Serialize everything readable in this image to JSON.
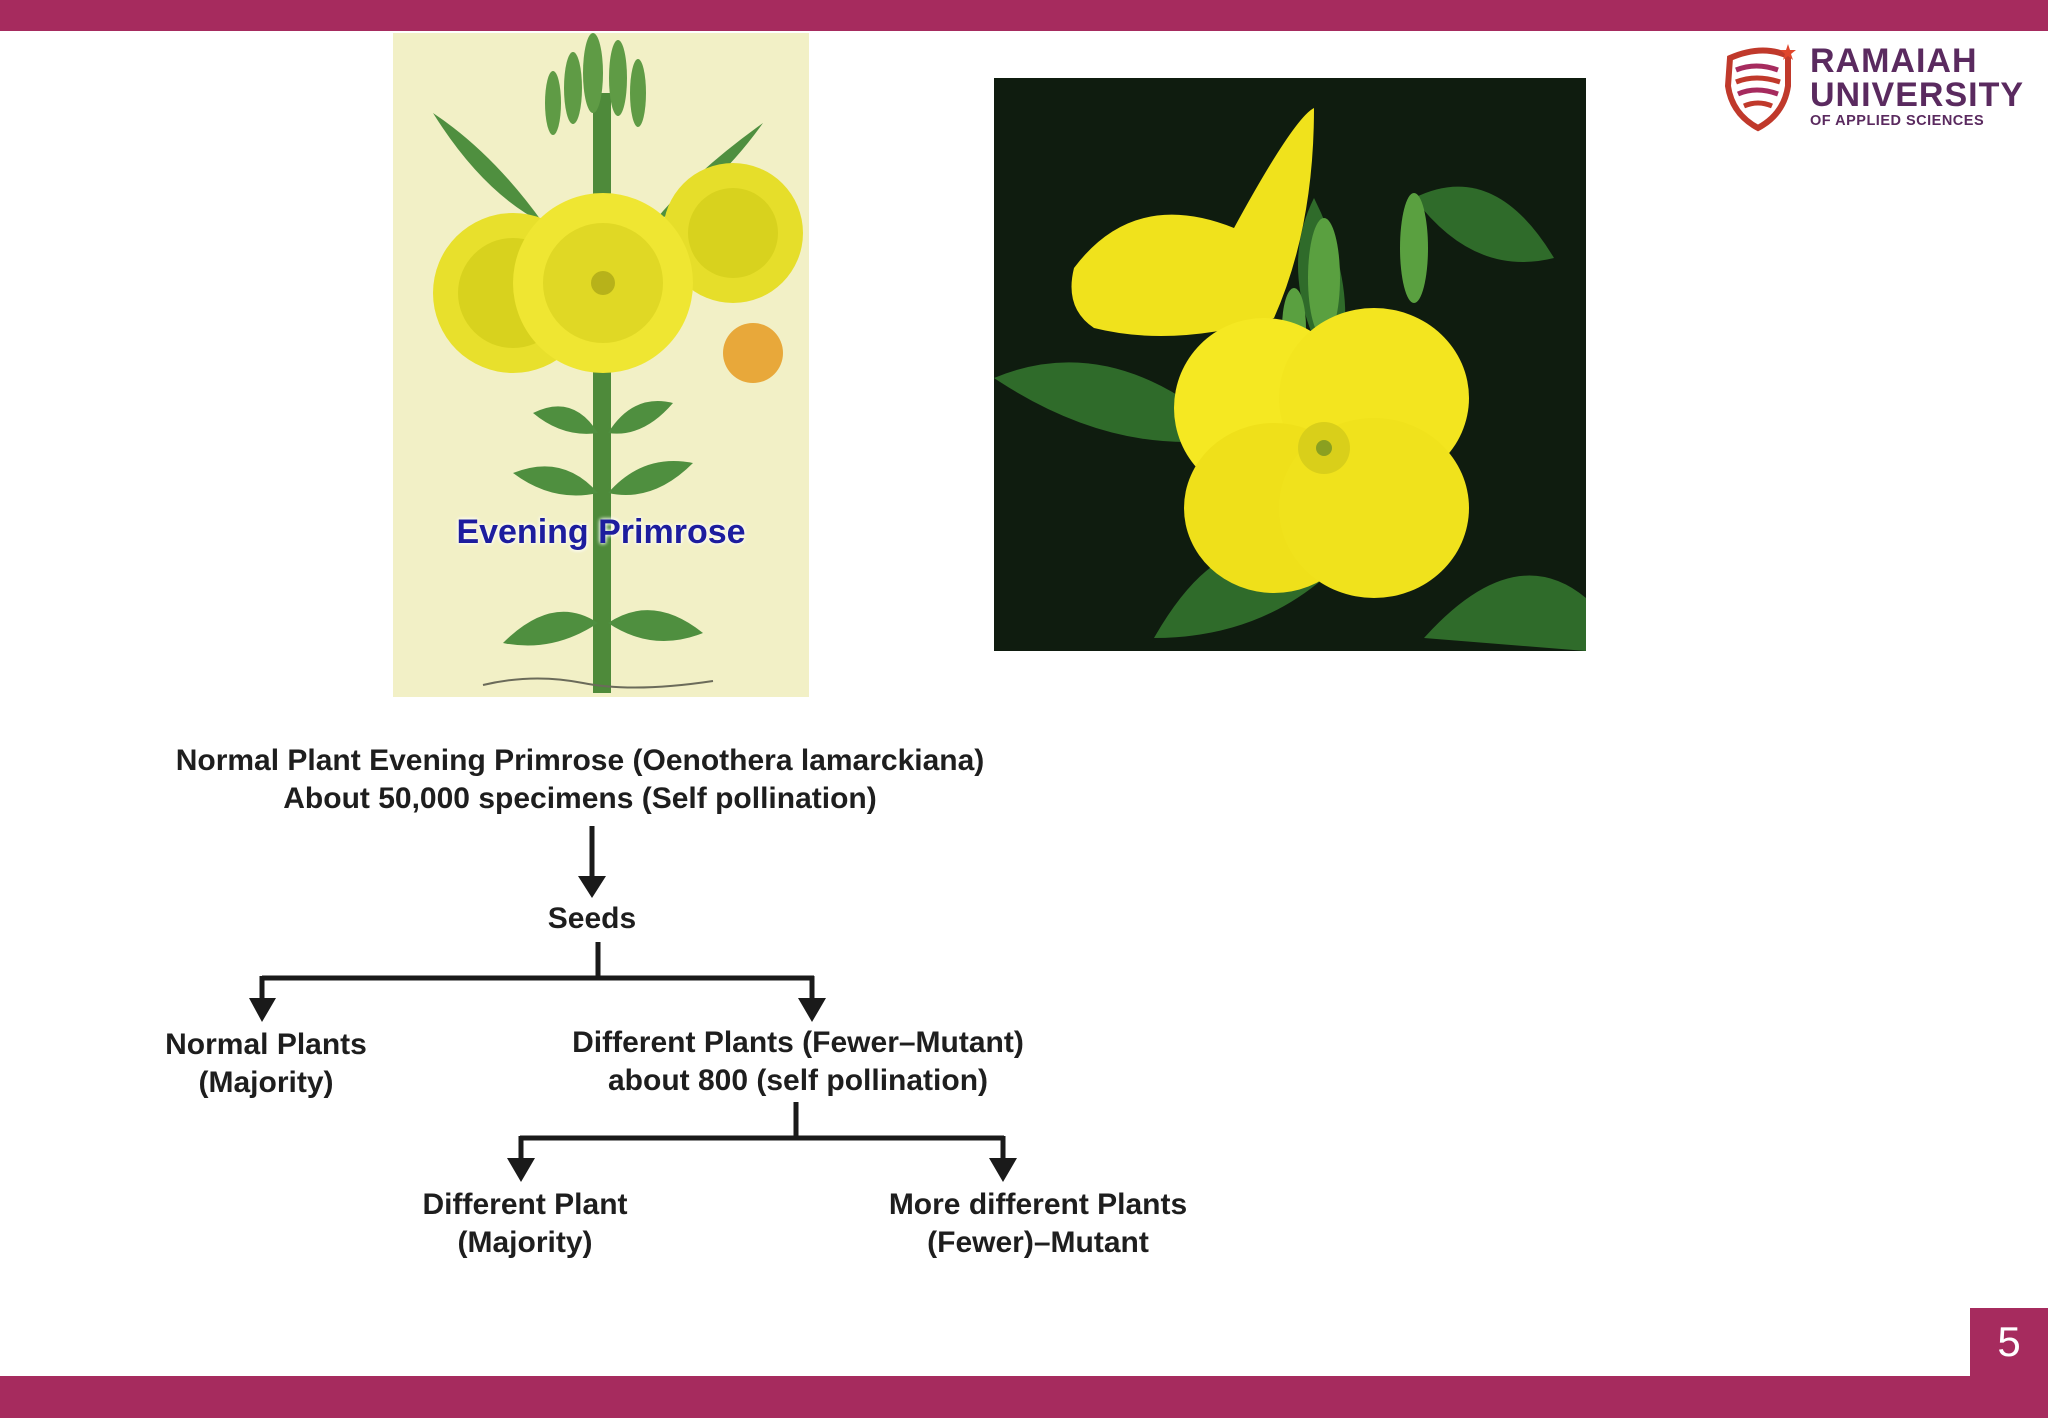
{
  "slide": {
    "page_number": "5",
    "colors": {
      "band": "#a62b5e",
      "logo_text": "#5a2a5f",
      "caption": "#1d1d9e"
    }
  },
  "logo": {
    "line1": "RAMAIAH",
    "line2": "UNIVERSITY",
    "line3": "OF APPLIED SCIENCES"
  },
  "images": {
    "illustration_caption": "Evening Primrose"
  },
  "diagram": {
    "root": {
      "line1": "Normal Plant Evening Primrose (Oenothera lamarckiana)",
      "line2": "About 50,000 specimens (Self pollination)"
    },
    "seeds": "Seeds",
    "normal": {
      "line1": "Normal Plants",
      "line2": "(Majority)"
    },
    "different": {
      "line1": "Different Plants (Fewer–Mutant)",
      "line2": "about 800 (self pollination)"
    },
    "different_plant": {
      "line1": "Different Plant",
      "line2": "(Majority)"
    },
    "more_different": {
      "line1": "More different Plants",
      "line2": "(Fewer)–Mutant"
    }
  }
}
